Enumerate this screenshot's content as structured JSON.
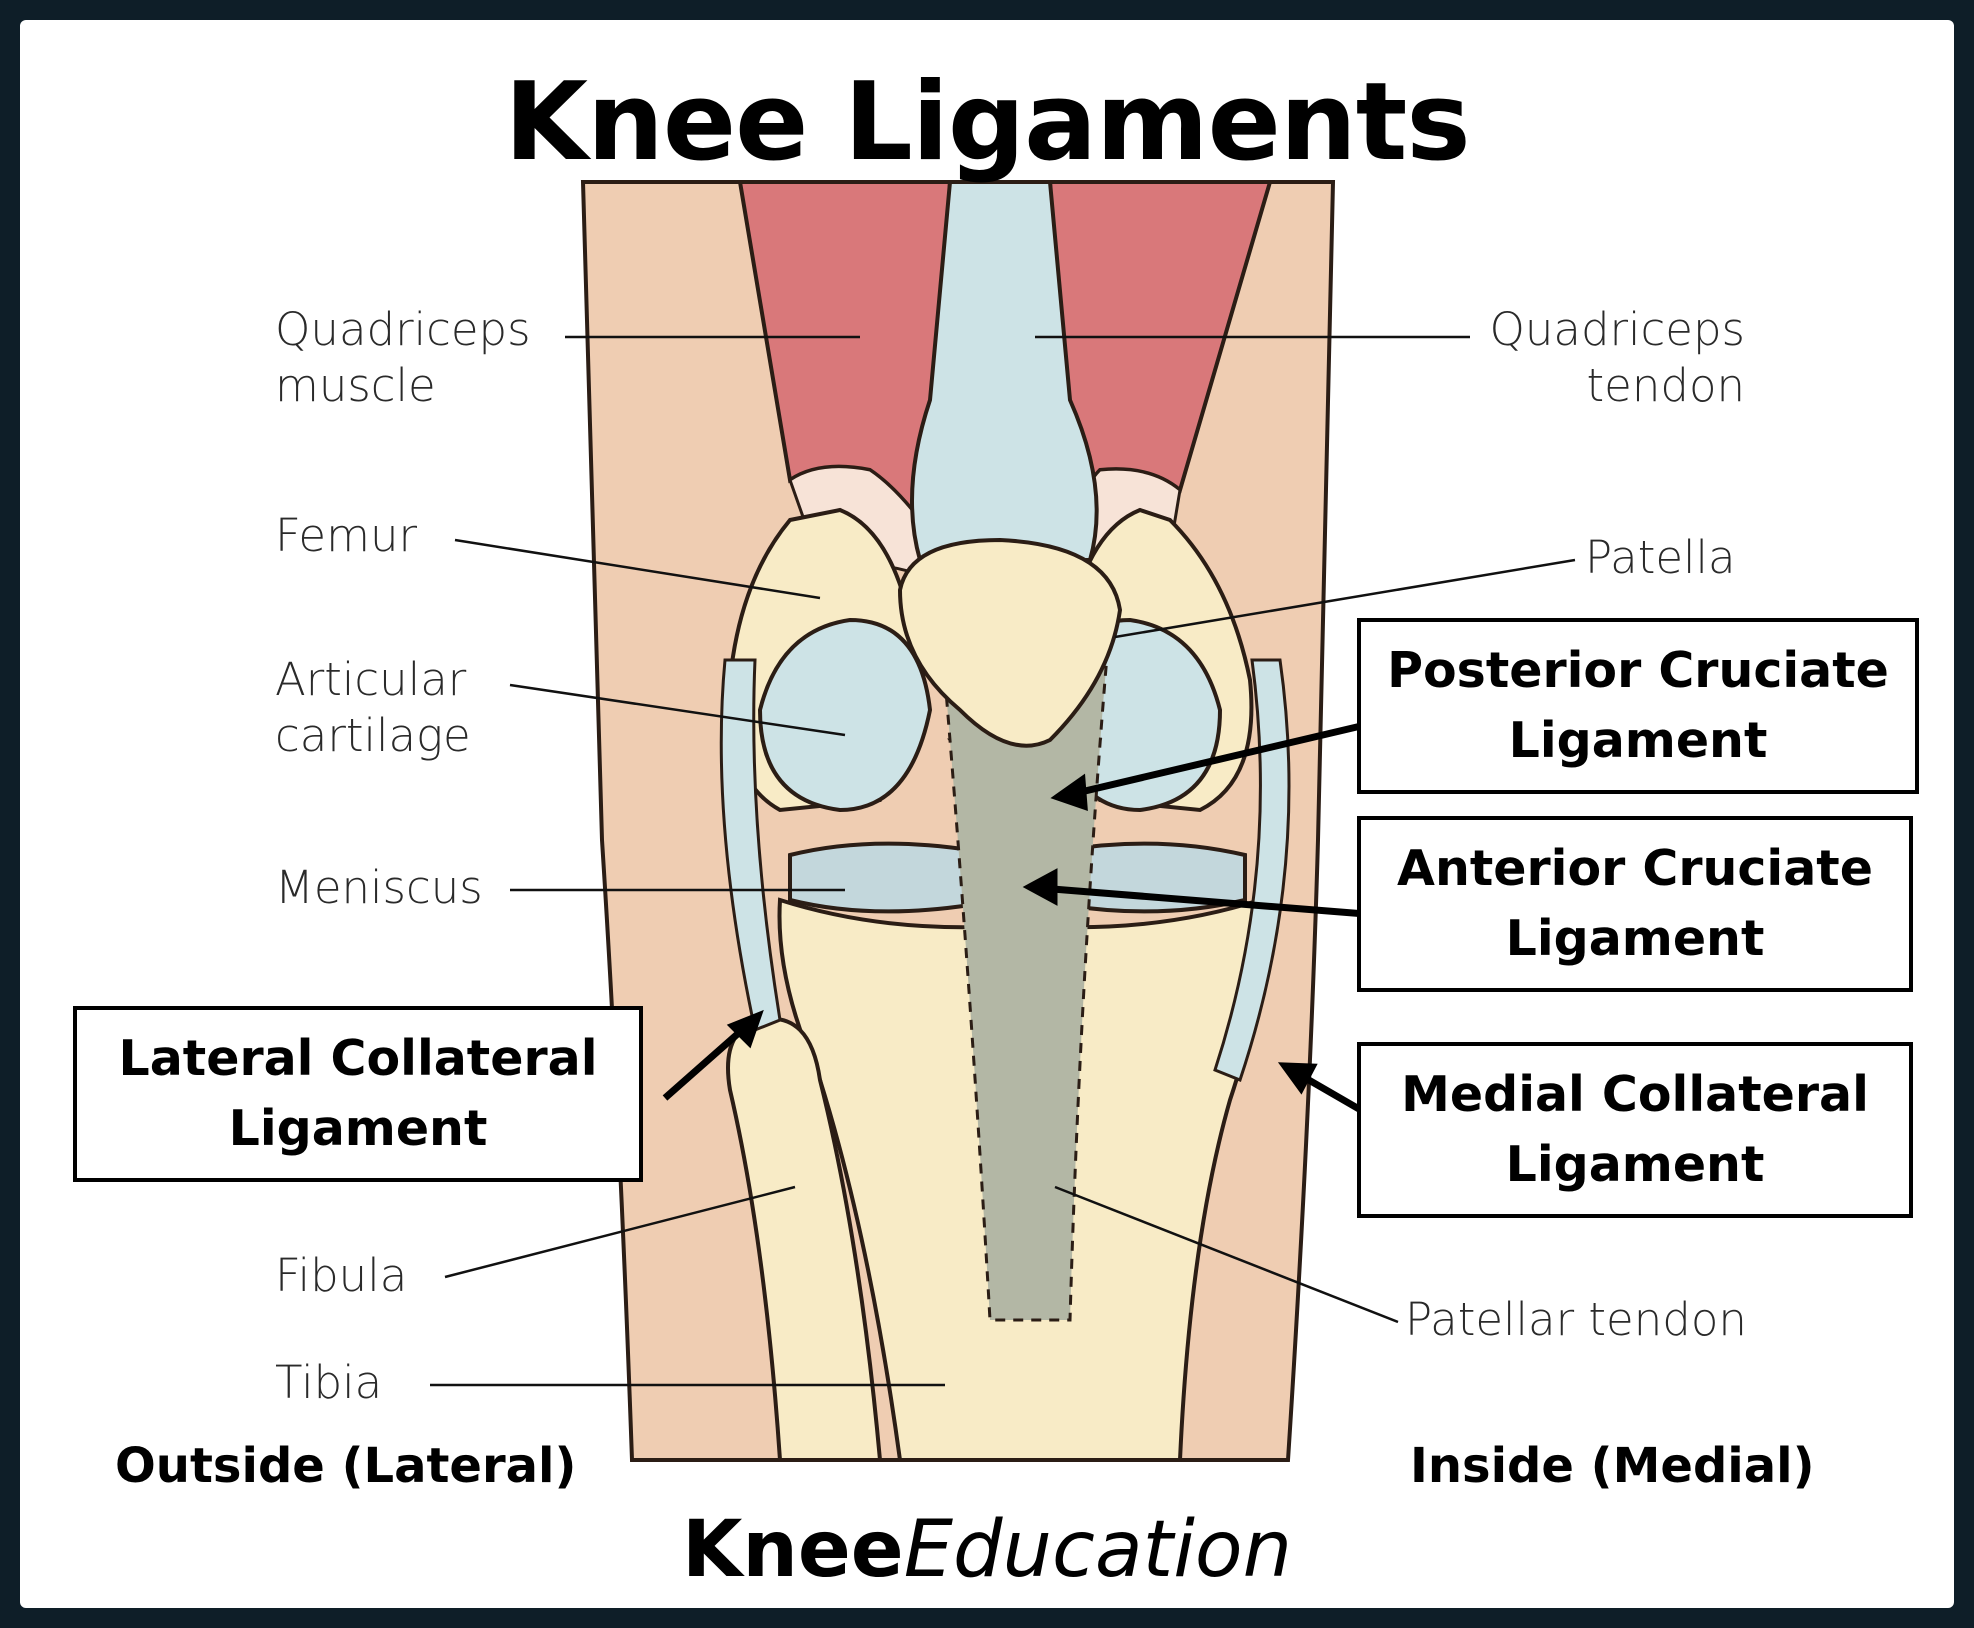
{
  "title": "Knee Ligaments",
  "labels": {
    "quad_muscle_1": "Quadriceps",
    "quad_muscle_2": "muscle",
    "quad_tendon_1": "Quadriceps",
    "quad_tendon_2": "tendon",
    "femur": "Femur",
    "patella": "Patella",
    "cartilage_1": "Articular",
    "cartilage_2": "cartilage",
    "meniscus": "Meniscus",
    "fibula": "Fibula",
    "tibia": "Tibia",
    "patellar_tendon": "Patellar tendon"
  },
  "ligaments": {
    "pcl_1": "Posterior Cruciate",
    "pcl_2": "Ligament",
    "acl_1": "Anterior Cruciate",
    "acl_2": "Ligament",
    "mcl_1": "Medial Collateral",
    "mcl_2": "Ligament",
    "lcl_1": "Lateral Collateral",
    "lcl_2": "Ligament"
  },
  "sides": {
    "outside": "Outside (Lateral)",
    "inside": "Inside (Medial)"
  },
  "brand": {
    "bold": "Knee",
    "italic": "Education"
  },
  "colors": {
    "muscle": "#d9787a",
    "skin": "#efcdb2",
    "bone": "#f8ebc6",
    "cartilage": "#cde3e6",
    "tendon": "#aebcba"
  }
}
